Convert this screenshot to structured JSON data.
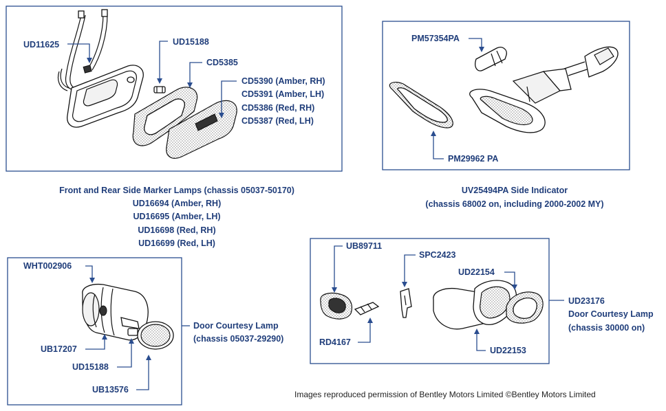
{
  "panel_side_marker": {
    "parts": {
      "p1": "UD11625",
      "p2": "UD15188",
      "p3": "CD5385",
      "p4": "CD5390 (Amber, RH)",
      "p5": "CD5391 (Amber, LH)",
      "p6": "CD5386 (Red, RH)",
      "p7": "CD5387 (Red, LH)"
    },
    "caption": [
      "Front and Rear Side Marker Lamps (chassis 05037-50170)",
      "UD16694 (Amber, RH)",
      "UD16695 (Amber, LH)",
      "UD16698 (Red, RH)",
      "UD16699 (Red, LH)"
    ]
  },
  "panel_side_indicator": {
    "parts": {
      "p1": "PM57354PA",
      "p2": "PM29962 PA"
    },
    "caption": [
      "UV25494PA Side Indicator",
      "(chassis 68002 on, including 2000-2002 MY)"
    ]
  },
  "panel_courtesy_early": {
    "parts": {
      "p1": "WHT002906",
      "p2": "UB17207",
      "p3": "UD15188",
      "p4": "UB13576"
    },
    "caption": [
      "Door Courtesy Lamp",
      "(chassis 05037-29290)"
    ]
  },
  "panel_courtesy_late": {
    "parts": {
      "p1": "UB89711",
      "p2": "SPC2423",
      "p3": "UD22154",
      "p4": "RD4167",
      "p5": "UD22153"
    },
    "caption": [
      "UD23176",
      "Door Courtesy Lamp",
      "(chassis 30000 on)"
    ]
  },
  "credit": "Images reproduced permission of Bentley Motors Limited ©Bentley Motors Limited",
  "colors": {
    "label": "#1f3d7a",
    "frame": "#2a4d8f"
  }
}
